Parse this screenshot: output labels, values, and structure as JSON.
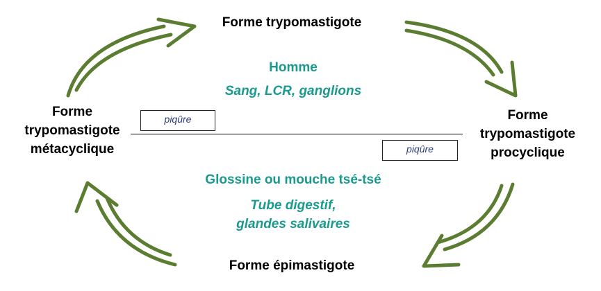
{
  "stages": {
    "top": "Forme trypomastigote",
    "left": [
      "Forme",
      "trypomastigote",
      "métacyclique"
    ],
    "right": [
      "Forme",
      "trypomastigote",
      "procyclique"
    ],
    "bottom": "Forme épimastigote"
  },
  "host_human": {
    "title": "Homme",
    "sites": "Sang, LCR, ganglions"
  },
  "host_vector": {
    "title": "Glossine  ou mouche tsé-tsé",
    "sites": [
      "Tube digestif,",
      "glandes salivaires"
    ]
  },
  "bite_left": "piqûre",
  "bite_right": "piqûre",
  "colors": {
    "arrow": "#5b7d32",
    "host_text": "#1a9a8f",
    "bite_text": "#2a3a7a"
  }
}
